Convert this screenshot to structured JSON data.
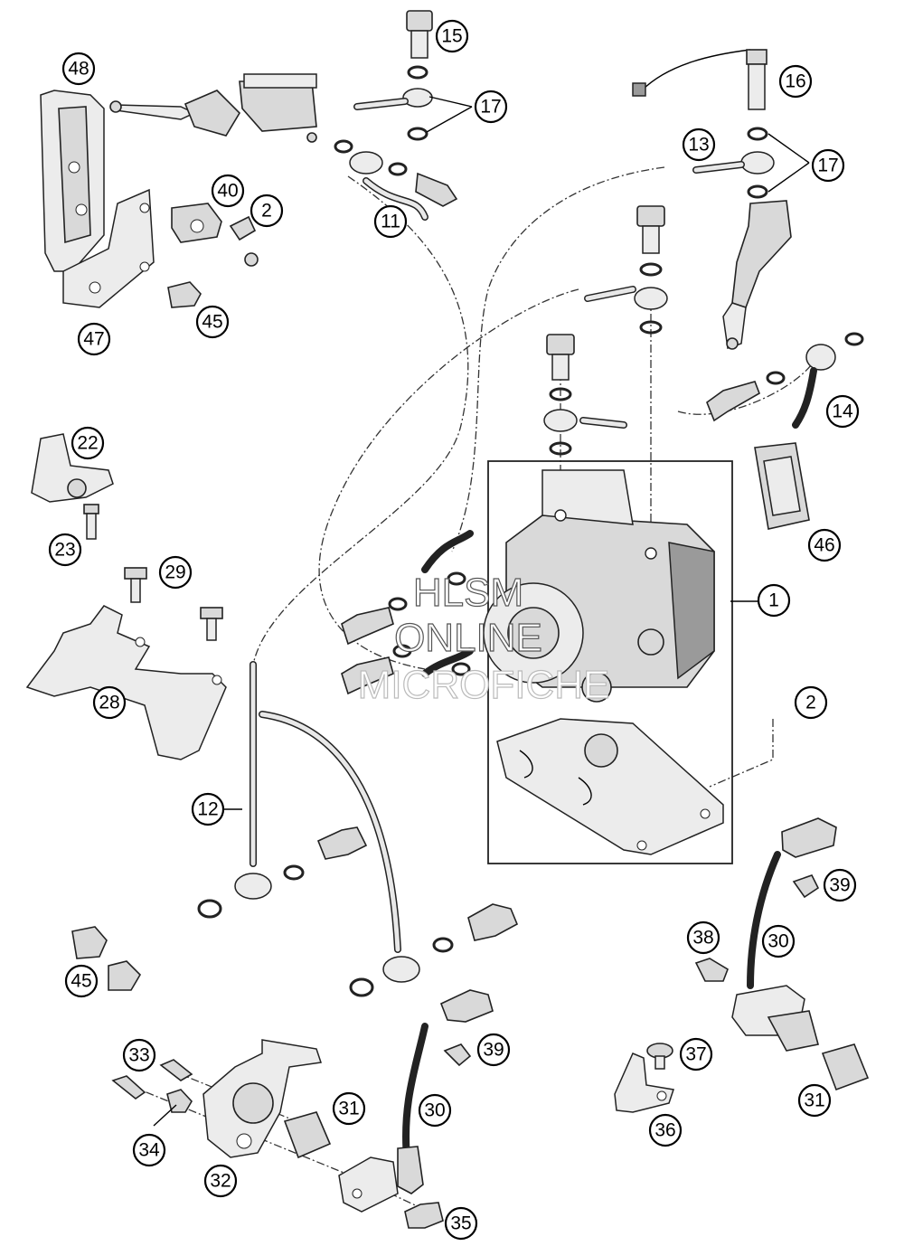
{
  "callouts": [
    {
      "id": "c15",
      "label": "15"
    },
    {
      "id": "c48",
      "label": "48"
    },
    {
      "id": "c16",
      "label": "16"
    },
    {
      "id": "c17a",
      "label": "17"
    },
    {
      "id": "c13",
      "label": "13"
    },
    {
      "id": "c17b",
      "label": "17"
    },
    {
      "id": "c40",
      "label": "40"
    },
    {
      "id": "c2a",
      "label": "2"
    },
    {
      "id": "c11",
      "label": "11"
    },
    {
      "id": "c45a",
      "label": "45"
    },
    {
      "id": "c47",
      "label": "47"
    },
    {
      "id": "c14",
      "label": "14"
    },
    {
      "id": "c22",
      "label": "22"
    },
    {
      "id": "c46",
      "label": "46"
    },
    {
      "id": "c23",
      "label": "23"
    },
    {
      "id": "c29",
      "label": "29"
    },
    {
      "id": "c1",
      "label": "1"
    },
    {
      "id": "c2b",
      "label": "2"
    },
    {
      "id": "c28",
      "label": "28"
    },
    {
      "id": "c12",
      "label": "12"
    },
    {
      "id": "c39a",
      "label": "39"
    },
    {
      "id": "c38",
      "label": "38"
    },
    {
      "id": "c30a",
      "label": "30"
    },
    {
      "id": "c45b",
      "label": "45"
    },
    {
      "id": "c33",
      "label": "33"
    },
    {
      "id": "c39b",
      "label": "39"
    },
    {
      "id": "c37",
      "label": "37"
    },
    {
      "id": "c31a",
      "label": "31"
    },
    {
      "id": "c30b",
      "label": "30"
    },
    {
      "id": "c31b",
      "label": "31"
    },
    {
      "id": "c34",
      "label": "34"
    },
    {
      "id": "c36",
      "label": "36"
    },
    {
      "id": "c32",
      "label": "32"
    },
    {
      "id": "c35",
      "label": "35"
    }
  ],
  "watermark": {
    "line1": "HLSM",
    "line2": "ONLINE",
    "line3": "MICROFICHE"
  }
}
